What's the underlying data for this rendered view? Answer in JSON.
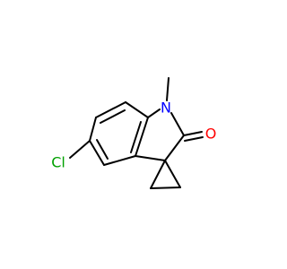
{
  "molecule": {
    "atoms": {
      "nitrogen": {
        "label": "N",
        "color": "#0000ff"
      },
      "oxygen": {
        "label": "O",
        "color": "#ff0000"
      },
      "chlorine": {
        "label": "Cl",
        "color": "#00a000"
      }
    }
  }
}
